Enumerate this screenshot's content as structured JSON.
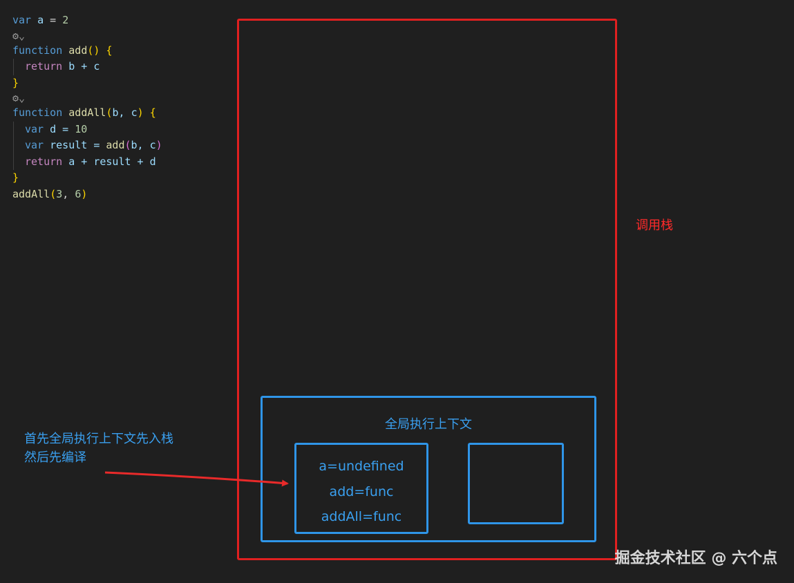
{
  "code": {
    "line1": {
      "kw": "var",
      "name": "a",
      "op": " = ",
      "num": "2"
    },
    "codelens1": "⚙⌄",
    "line2": {
      "kw": "function",
      "name": "add",
      "open": "()",
      "brace": "{"
    },
    "line3": {
      "kw": "return",
      "rest": " b + c"
    },
    "line4": {
      "brace": "}"
    },
    "codelens2": "⚙⌄",
    "line5": {
      "kw": "function",
      "name": "addAll",
      "lp": "(",
      "params": "b, c",
      "rp": ")",
      "brace": "{"
    },
    "line6": {
      "kw": "var",
      "rest": " d = ",
      "num": "10"
    },
    "line7": {
      "kw": "var",
      "rest": " result = ",
      "fn": "add",
      "lp": "(",
      "args": "b, c",
      "rp": ")"
    },
    "line8": {
      "kw": "return",
      "rest": " a + result + d"
    },
    "line9": {
      "brace": "}"
    },
    "line10": {
      "fn": "addAll",
      "lp": "(",
      "num1": "3",
      "sep": ", ",
      "num2": "6",
      "rp": ")"
    }
  },
  "diagram": {
    "call_stack_label": "调用栈",
    "global_context_title": "全局执行上下文",
    "variable_env_entries": [
      "a=undefined",
      "add=func",
      "addAll=func"
    ],
    "note_lines": [
      "首先全局执行上下文先入栈",
      "然后先编译"
    ],
    "colors": {
      "stack_border": "#e02020",
      "context_border": "#2f95e8",
      "text_blue": "#3aa0f0",
      "label_red": "#ff2a2a"
    }
  },
  "watermark": "掘金技术社区 @ 六个点"
}
